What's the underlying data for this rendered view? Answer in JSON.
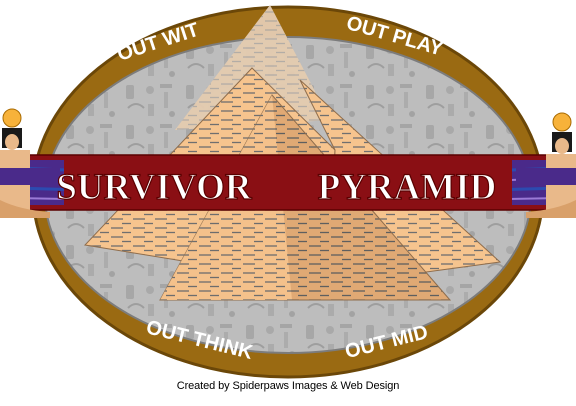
{
  "logo": {
    "corner_top_left": "OUT WIT",
    "corner_top_right": "OUT PLAY",
    "corner_bottom_left": "OUT THINK",
    "corner_bottom_right": "OUT MID",
    "banner_word_1": "SURVIVOR",
    "banner_word_2": "PYRAMID"
  },
  "footer": {
    "credit": "Created by Spiderpaws Images & Web Design"
  },
  "colors": {
    "ring": "#9a6a12",
    "ring_dark": "#6b4708",
    "ring_text": "#ffffff",
    "stone": "#bdbdbd",
    "pyramid": "#f6c48e",
    "pyramid_shadow": "#d9a06a",
    "brick_line": "#6f6f6f",
    "banner": "#8a0f14",
    "banner_text": "#ffffff",
    "banner_outline": "#5a0000",
    "wing_purple": "#4a2a8a",
    "wing_blue": "#2c4bb0",
    "skin": "#e9b98a",
    "headdress": "#f7b23a"
  }
}
